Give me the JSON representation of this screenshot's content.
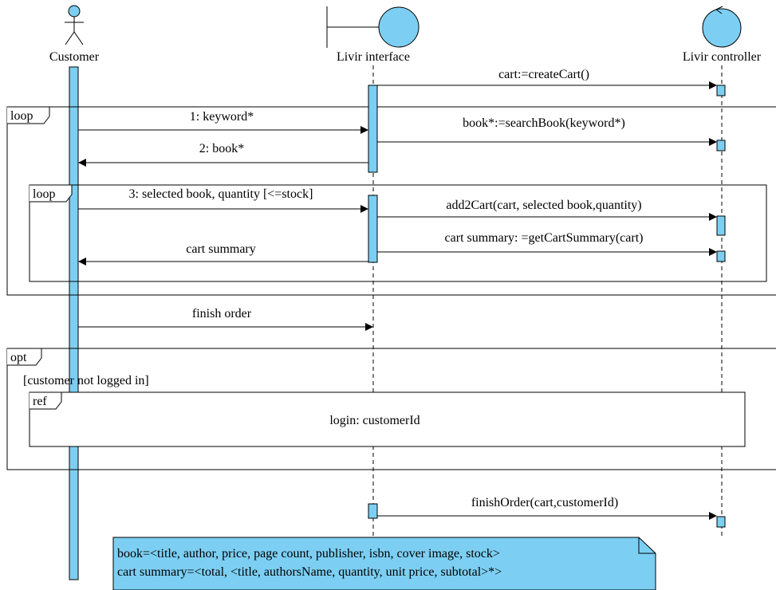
{
  "lifelines": {
    "customer": {
      "label": "Customer",
      "icon": "actor-icon"
    },
    "interface": {
      "label": "Livir interface",
      "icon": "boundary-icon"
    },
    "controller": {
      "label": "Livir controller",
      "icon": "control-icon"
    }
  },
  "fragments": {
    "loop_outer": {
      "operator": "loop"
    },
    "loop_inner": {
      "operator": "loop"
    },
    "opt": {
      "operator": "opt",
      "guard": "[customer not logged in]"
    },
    "ref": {
      "operator": "ref",
      "text": "login: customerId"
    }
  },
  "messages": {
    "create_cart": "cart:=createCart()",
    "keyword": "1: keyword*",
    "search_book": "book*:=searchBook(keyword*)",
    "book_reply": "2: book*",
    "selected_book": "3: selected book, quantity [<=stock]",
    "add2cart": "add2Cart(cart, selected book,quantity)",
    "get_cart_summary": "cart summary: =getCartSummary(cart)",
    "cart_summary_reply": "cart summary",
    "finish_order": "finish order",
    "finish_order_call": "finishOrder(cart,customerId)"
  },
  "note": {
    "line1": "book=<title, author, price, page count, publisher, isbn, cover image, stock>",
    "line2": "cart summary=<total, <title, authorsName, quantity, unit price, subtotal>*>"
  },
  "colors": {
    "fill": "#7ccff2",
    "stroke": "#000000"
  }
}
